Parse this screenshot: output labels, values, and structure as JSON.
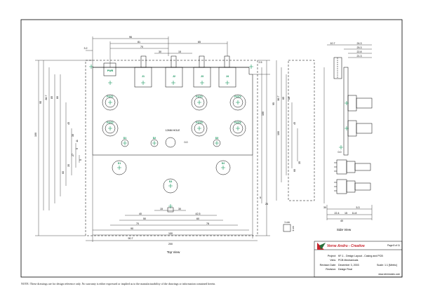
{
  "views": {
    "top": "Top View",
    "side": "Side View"
  },
  "jacks": {
    "pwr": "PWR",
    "j1": "J1",
    "j2": "J2",
    "j3": "J3",
    "j4": "J4"
  },
  "pots": [
    "POT1",
    "POT2",
    "POT3",
    "POT4",
    "POT5",
    "POT6"
  ],
  "leds": [
    "D1",
    "D2",
    "D3"
  ],
  "switches": [
    "S1",
    "S2",
    "S3"
  ],
  "hole_label": "12MM HOLE",
  "dims_top": {
    "d96": "96",
    "d81": "81",
    "d70": "70",
    "d65": "65",
    "d30": "30",
    "d15": "15",
    "d3_2": "3.2"
  },
  "dims_left": {
    "d100": "100",
    "d95": "95",
    "d86_7": "86.7",
    "d85": "85",
    "d80": "80",
    "d60": "60",
    "d45": "45",
    "d35": "35",
    "d30": "30",
    "d27": "27",
    "d11": "11",
    "d5": "5",
    "d5b": "5"
  },
  "dims_bottom": {
    "d15": "15",
    "d30": "30",
    "d40": "40",
    "d42_5": "42.5",
    "d50": "50",
    "d60": "60",
    "d70": "70",
    "d78": "78",
    "d90": "90",
    "d100": "100",
    "d90_7": "90.7",
    "d200": "200"
  },
  "dims_right": {
    "d2_5": "2.5",
    "d100": "100",
    "d5": "5",
    "d0_0": "0.0",
    "d25": "25"
  },
  "dims_side": {
    "d10_7": "10.7",
    "d24_3": "24.3",
    "d25_3": "25.3",
    "d22_8": "22.8",
    "d21_3": "21.3",
    "d95": "95",
    "d86_7": "86.7",
    "d85": "85",
    "d80": "80",
    "d60": "60",
    "d45": "45",
    "d35": "35",
    "d100": "100",
    "d0_0": "0.0",
    "d30": "30",
    "d22_4": "22.4",
    "d15": "15",
    "d11_8": "11.8",
    "d5_3": "5.3",
    "d40": "40"
  },
  "scale_box": {
    "w": "1 cm",
    "h": "1 cm"
  },
  "title_block": {
    "company": "Verne Andru - Creative",
    "page": "Page 8 of 11",
    "project_label": "Project:",
    "project": "KF-1 - Design Layout - Casing and PCB",
    "view_label": "View:",
    "view": "PCB Mechanicals",
    "revision_date_label": "Revision Date:",
    "revision_date": "December 3, 2003",
    "scale": "Scale: 1:1 [Metric]",
    "revision_label": "Revision:",
    "revision": "Design Final",
    "url": "www.verneandru.com"
  },
  "note": "NOTE: These drawings are for design reference only. No warranty is either expressed or implied as to the manufacturability of the drawings or information contained herein.",
  "colors": {
    "line": "#000000",
    "label": "#0a8f55",
    "title_red": "#c8232c"
  }
}
